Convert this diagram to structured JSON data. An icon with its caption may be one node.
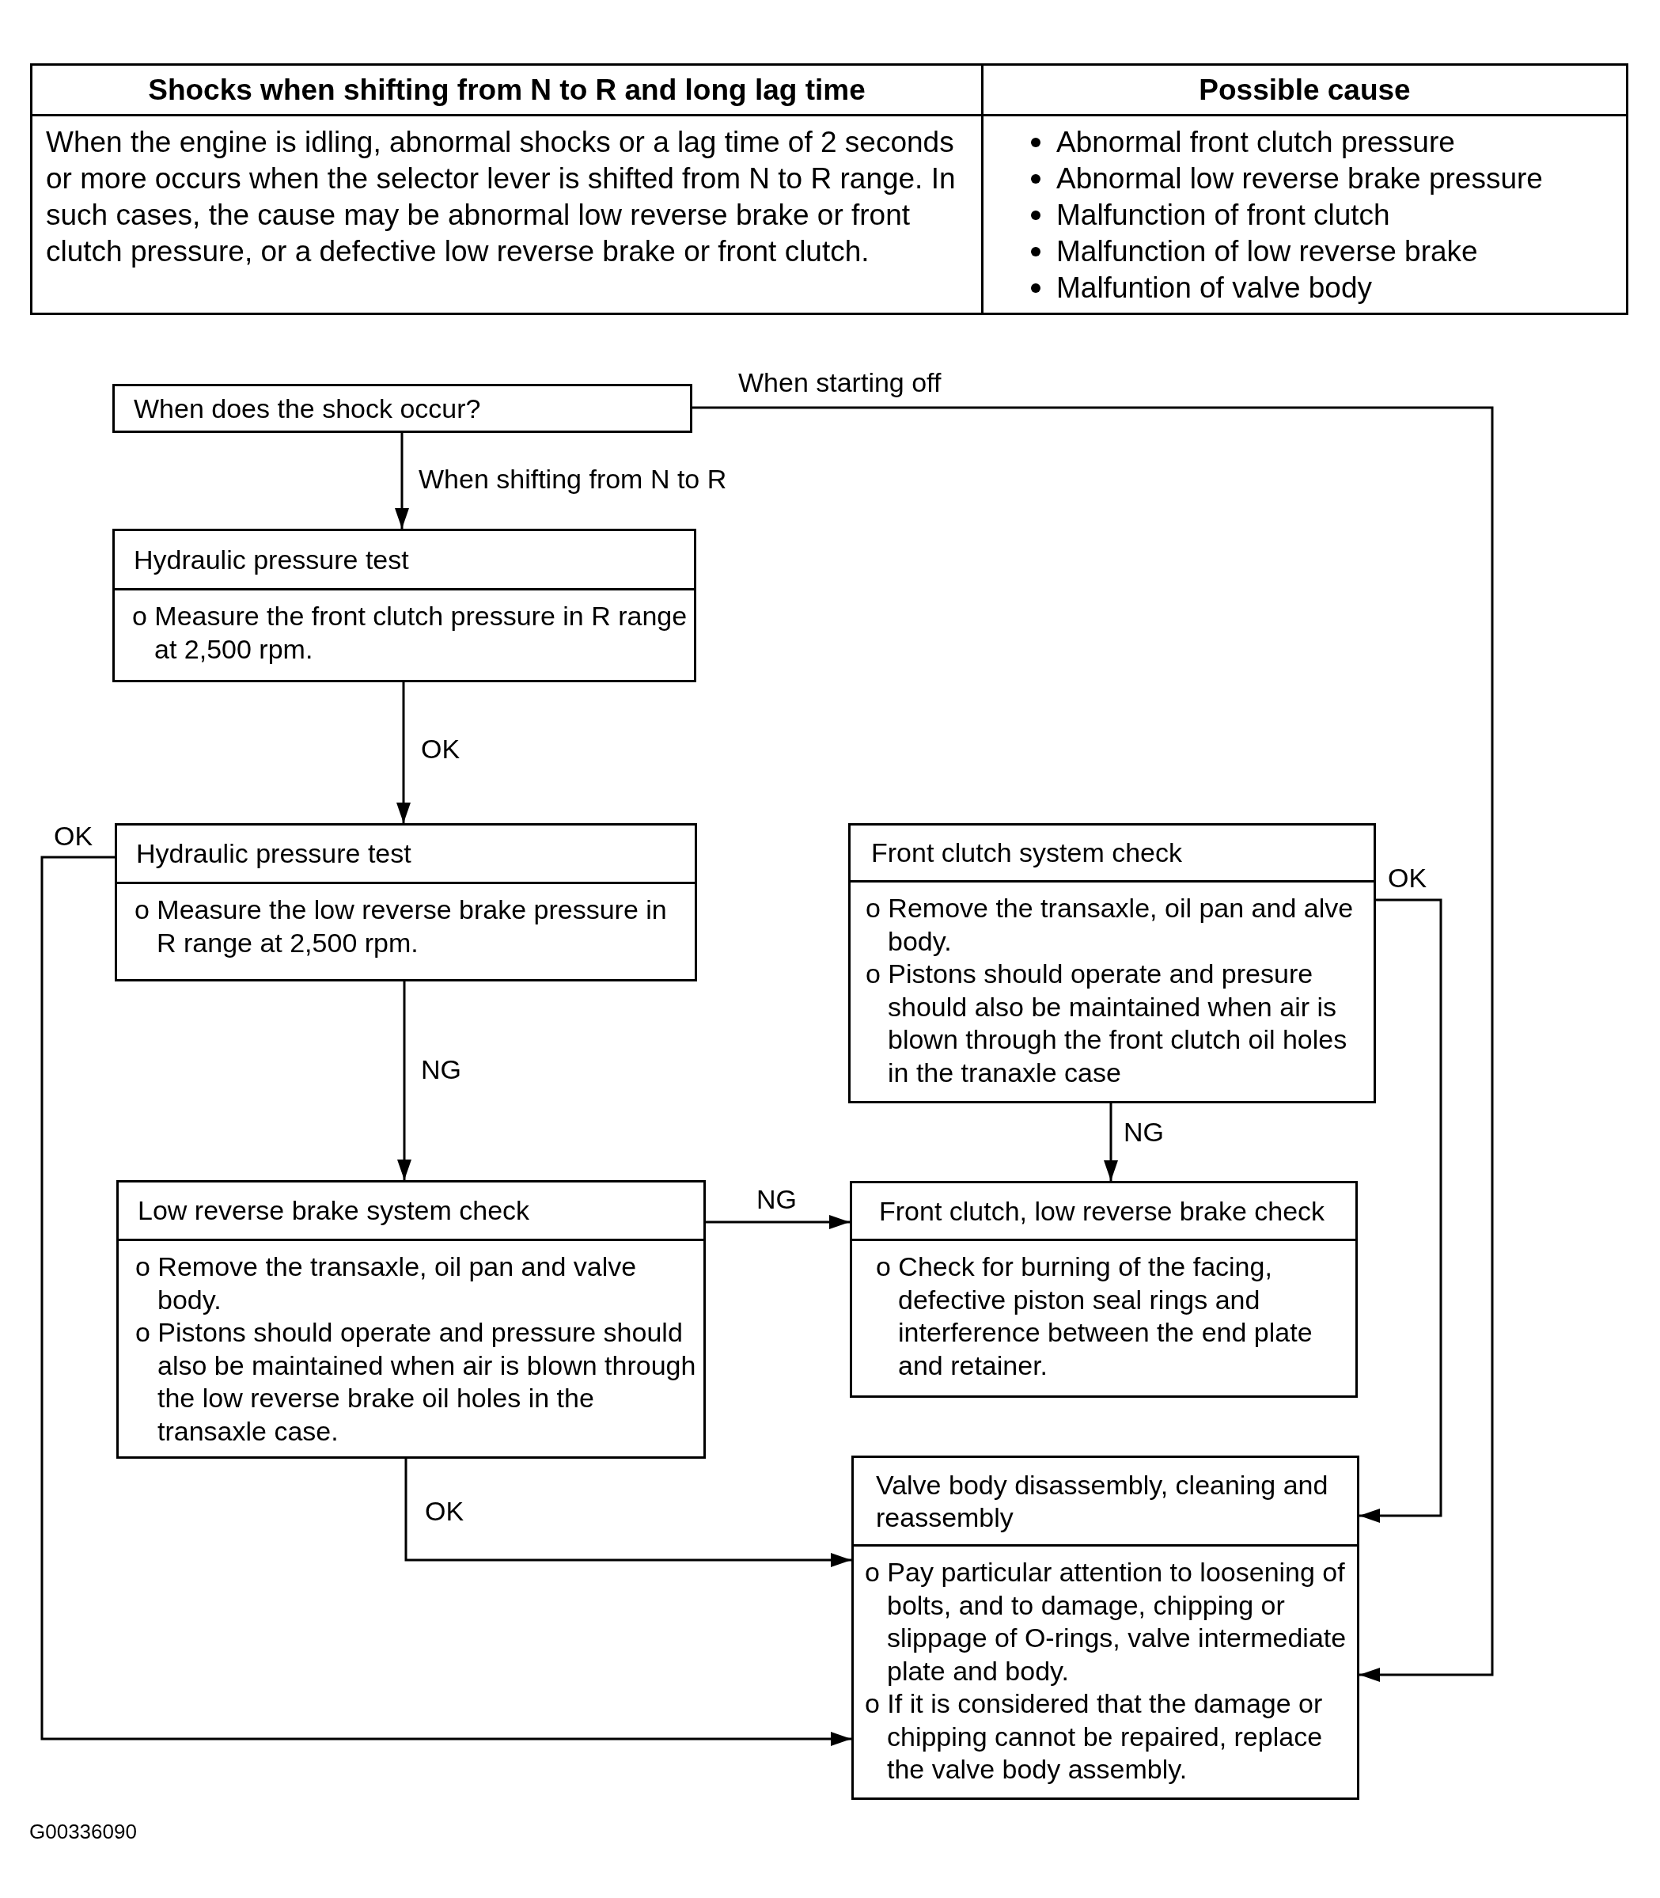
{
  "diagram": {
    "nodes": [
      {
        "text": [
          "When does the shock occur?"
        ]
      },
      {
        "text": [
          "Hydraulic pressure test",
          "o Measure the front clutch pressure in R range at 2,500 rpm."
        ]
      },
      {
        "text": [
          "Hydraulic pressure test",
          "o Measure the low reverse brake pressure in R range at 2,500 rpm."
        ]
      },
      {
        "text": [
          "Front clutch system check",
          "o Remove the transaxle, oil pan and alve body.",
          "o Pistons should operate and presure should also be maintained when air is blown through the front clutch oil holes in the tranaxle case"
        ]
      },
      {
        "text": [
          "Low reverse brake system check",
          "o Remove the transaxle, oil pan and valve body.",
          "o Pistons should operate and pressure should also be maintained when air is blown through the low reverse brake oil holes in the transaxle case."
        ]
      },
      {
        "text": [
          "Front clutch, low reverse brake check",
          "o Check for burning of the facing, defective piston seal rings and interference between the end plate and retainer."
        ]
      },
      {
        "text": [
          "Valve body disassembly, cleaning and reassembly",
          "o Pay particular attention to loosening of bolts, and to damage, chipping or slippage of O-rings, valve intermediate plate and body.",
          "o If it is considered that the damage or chipping cannot be repaired, replace the valve body assembly."
        ]
      }
    ],
    "edges": [
      {
        "from": 0,
        "to": 1,
        "arrow": "to",
        "label": "When shifting from N to R"
      },
      {
        "from": 0,
        "to": 6,
        "arrow": "to",
        "label": "When starting off"
      },
      {
        "from": 1,
        "to": 2,
        "arrow": "to",
        "label": "OK"
      },
      {
        "from": 2,
        "to": 6,
        "arrow": "to",
        "label": "OK"
      },
      {
        "from": 2,
        "to": 4,
        "arrow": "to",
        "label": "NG"
      },
      {
        "from": 3,
        "to": 6,
        "arrow": "to",
        "label": "OK"
      },
      {
        "from": 3,
        "to": 5,
        "arrow": "to",
        "label": "NG"
      },
      {
        "from": 4,
        "to": 5,
        "arrow": "to",
        "label": "NG"
      },
      {
        "from": 4,
        "to": 6,
        "arrow": "to",
        "label": "OK"
      }
    ],
    "labels": [
      "Shocks when shifting from N to R and long lag time",
      "Possible cause",
      "When the engine is idling, abnormal shocks or a lag time of 2 seconds or more occurs when the selector lever is shifted from N to R range. In such cases, the cause may be abnormal low reverse brake or front clutch pressure, or a defective low reverse brake or front clutch.",
      "Abnormal front clutch pressure",
      "Abnormal low reverse brake pressure",
      "Malfunction of front clutch",
      "Malfunction of low reverse brake",
      "Malfuntion of valve body",
      "G00336090"
    ]
  }
}
